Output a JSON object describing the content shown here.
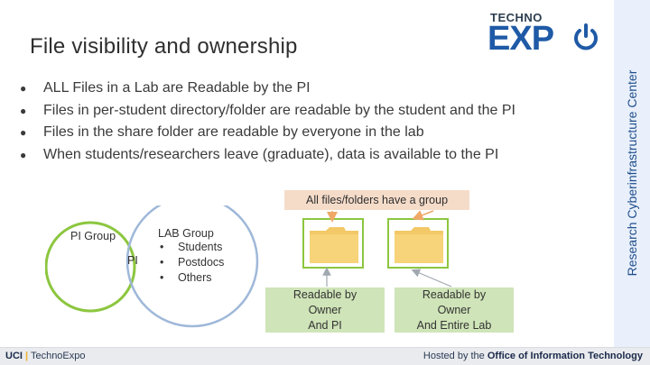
{
  "slide": {
    "title": "File visibility and ownership",
    "bullet_symbol": "●",
    "bullets": [
      "ALL Files in a Lab are Readable by the PI",
      "Files in per-student directory/folder are readable by the student and the PI",
      "Files in the share folder are readable by everyone in the lab",
      "When students/researchers leave (graduate), data is available to the PI"
    ],
    "group_note": "All files/folders have  a group",
    "venn": {
      "pi_group_label": "PI Group",
      "pi_label": "PI",
      "lab_group_label": "LAB  Group",
      "lab_members_bullet": "•",
      "lab_members": [
        "Students",
        "Postdocs",
        "Others"
      ]
    },
    "folders": [
      {
        "line1": "Readable by",
        "line2": "Owner",
        "line3": "And PI"
      },
      {
        "line1": "Readable by",
        "line2": "Owner",
        "line3": "And Entire Lab"
      }
    ]
  },
  "logo": {
    "top_text": "TECHNO",
    "main_text": "EXP",
    "power_symbol": "power-icon"
  },
  "sidebar": {
    "text": "Research Cyberinfrastructure Center"
  },
  "footer": {
    "left_org": "UCI",
    "left_sep": "|",
    "left_event": "TechnoExpo",
    "right_prefix": "Hosted by the ",
    "right_org": "Office of Information Technology"
  },
  "colors": {
    "logo_blue": "#1f5aa6",
    "sidebar_bg": "#e9f0fb",
    "group_box_bg": "#f5dcc9",
    "green_box_bg": "#cfe4b8",
    "circle_green": "#8cc63f",
    "circle_blue": "#9fb8d9",
    "folder_yellow": "#f7d37a",
    "arrow_color": "#f0a868"
  }
}
